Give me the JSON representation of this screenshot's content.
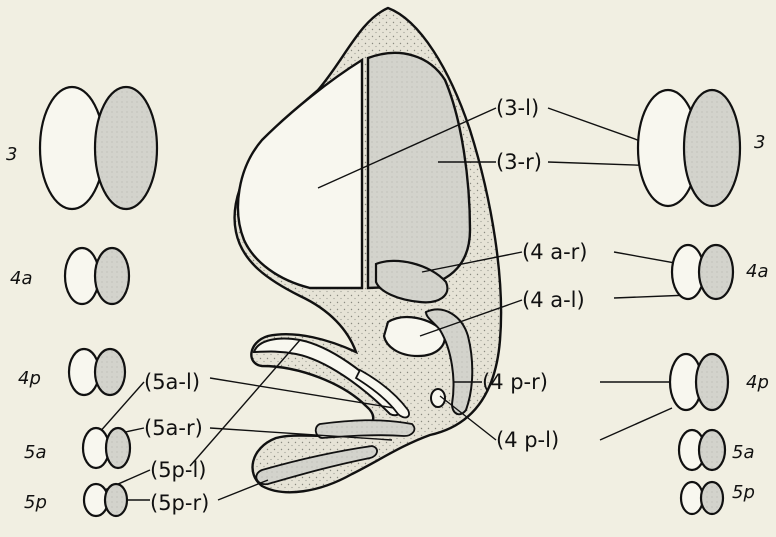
{
  "colors": {
    "background": "#f1efe2",
    "outline": "#111111",
    "shaded": "#d6d6cf",
    "stipple": "#e3e0d2"
  },
  "labels": {
    "c3l": "(3-l)",
    "c3r": "(3-r)",
    "c4ar": "(4 a-r)",
    "c4al": "(4 a-l)",
    "c4pr": "(4 p-r)",
    "c4pl": "(4 p-l)",
    "c5al": "(5a-l)",
    "c5ar": "(5a-r)",
    "c5pl": "(5p-l)",
    "c5pr": "(5p-r)"
  },
  "stages_left": [
    "3",
    "4a",
    "4p",
    "5a",
    "5p"
  ],
  "stages_right": [
    "3",
    "4a",
    "4p",
    "5a",
    "5p"
  ]
}
